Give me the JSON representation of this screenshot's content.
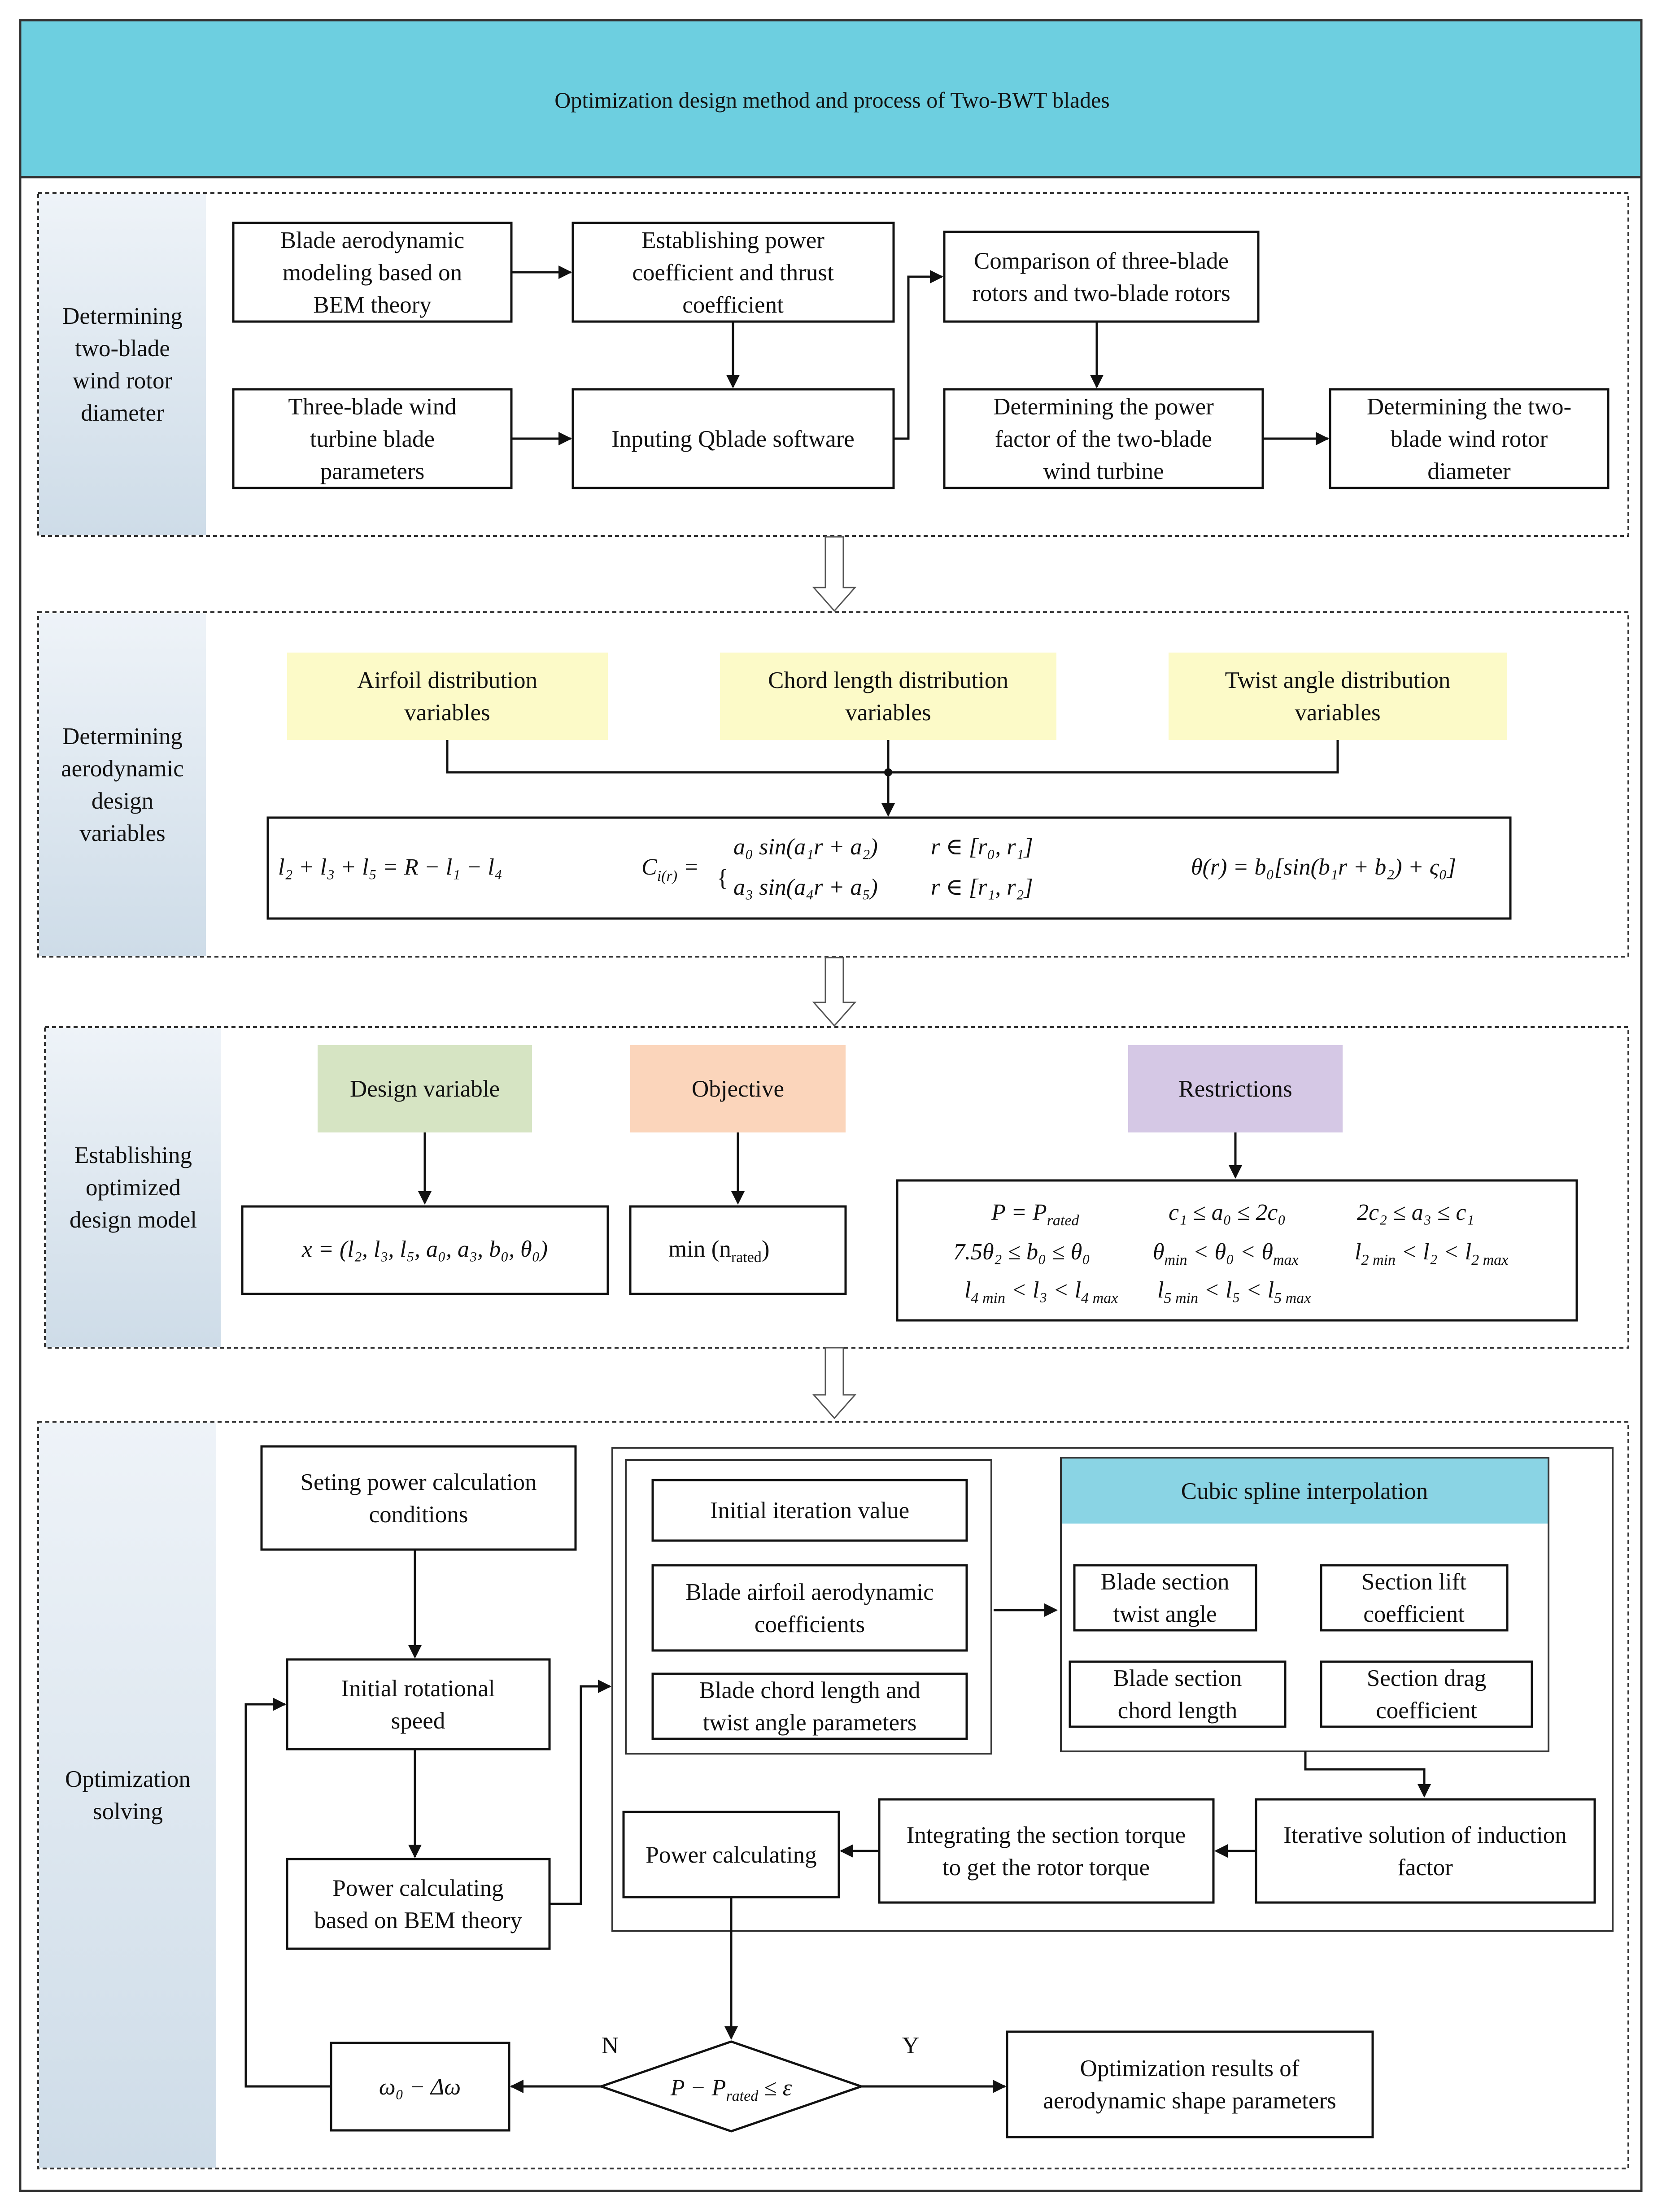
{
  "title": "Optimization design method and process of Two-BWT blades",
  "colors": {
    "header_bg": "#6DCFE0",
    "stage_label_bg_top": "#EEF3F8",
    "stage_label_bg_bottom": "#CEDCE8",
    "variable_box": "#FCFAC8",
    "design_variable_box": "#D6E4C3",
    "objective_box": "#FBD5BB",
    "restrictions_box": "#D5C8E5",
    "spline_header": "#8AD4E4"
  },
  "stages": {
    "s1": [
      "Determining",
      "two-blade",
      "wind rotor",
      "diameter"
    ],
    "s2": [
      "Determining",
      "aerodynamic",
      "design",
      "variables"
    ],
    "s3": [
      "Establishing",
      "optimized",
      "design model"
    ],
    "s4": [
      "Optimization",
      "solving"
    ]
  },
  "stage1": {
    "bem": [
      "Blade aerodynamic",
      "modeling based on",
      "BEM theory"
    ],
    "power_coef": [
      "Establishing power",
      "coefficient and thrust",
      "coefficient"
    ],
    "comparison": [
      "Comparison of three-blade",
      "rotors and two-blade rotors"
    ],
    "three_blade": [
      "Three-blade wind",
      "turbine blade",
      "parameters"
    ],
    "qblade": [
      "Inputing Qblade software"
    ],
    "power_factor": [
      "Determining the power",
      "factor of the two-blade",
      "wind turbine"
    ],
    "diameter": [
      "Determining the two-",
      "blade wind rotor",
      "diameter"
    ]
  },
  "stage2": {
    "airfoil": [
      "Airfoil distribution",
      "variables"
    ],
    "chord": [
      "Chord length distribution",
      "variables"
    ],
    "twist": [
      "Twist angle distribution",
      "variables"
    ],
    "eq_length": "l₂ + l₃ + l₅ = R − l₁ − l₄",
    "eq_chord_lhs": "C",
    "eq_chord_lhs_sub": "i(r)",
    "eq_chord_row1": "a₀ sin(a₁r + a₂)",
    "eq_chord_row1_range": "r ∈ [r₀, r₁]",
    "eq_chord_row2": "a₃ sin(a₄r + a₅)",
    "eq_chord_row2_range": "r ∈ [r₁, r₂]",
    "eq_twist": "θ(r) = b₀[sin(b₁r + b₂) + ς₀]"
  },
  "stage3": {
    "design_variable": "Design variable",
    "objective": "Objective",
    "restrictions": "Restrictions",
    "x_vector": "x = (l₂, l₃, l₅, a₀, a₃, b₀, θ₀)",
    "objective_expr": "min (n",
    "objective_sub": "rated",
    "objective_close": ")",
    "r1": {
      "p_eq": "P = P",
      "p_sub": "rated",
      "c_range": "c₁ ≤ a₀ ≤ 2c₀",
      "c2_range": "2c₂ ≤ a₃ ≤ c₁"
    },
    "r2": {
      "b_range": "7.5θ₂ ≤ b₀ ≤ θ₀",
      "theta_lo": "θ",
      "theta_lo_sub": "min",
      "theta_mid": " < θ₀ < θ",
      "theta_hi_sub": "max",
      "l2_lo": "l",
      "l2_lo_sub": "2 min",
      "l2_mid": " < l₂ < l",
      "l2_hi_sub": "2 max"
    },
    "r3": {
      "l4_lo": "l",
      "l4_lo_sub": "4 min",
      "l4_mid": " < l₃ < l",
      "l4_hi_sub": "4 max",
      "l5_lo": "l",
      "l5_lo_sub": "5 min",
      "l5_mid": " < l₅ < l",
      "l5_hi_sub": "5 max"
    }
  },
  "stage4": {
    "seting": [
      "Seting power calculation",
      "conditions"
    ],
    "initial_speed": [
      "Initial rotational",
      "speed"
    ],
    "power_bem": [
      "Power calculating",
      "based on BEM theory"
    ],
    "initial_iter": [
      "Initial iteration value"
    ],
    "airfoil_coef": [
      "Blade airfoil aerodynamic",
      "coefficients"
    ],
    "chord_twist": [
      "Blade chord length and",
      "twist angle parameters"
    ],
    "spline": "Cubic spline interpolation",
    "twist_angle": [
      "Blade section",
      "twist angle"
    ],
    "lift": [
      "Section lift",
      "coefficient"
    ],
    "chord_len": [
      "Blade section",
      "chord length"
    ],
    "drag": [
      "Section drag",
      "coefficient"
    ],
    "power_calc": [
      "Power calculating"
    ],
    "integrating": [
      "Integrating the section torque",
      "to get the rotor torque"
    ],
    "iterative": [
      "Iterative solution of induction",
      "factor"
    ],
    "omega": "ω₀ − Δω",
    "decision_lhs": "P − P",
    "decision_sub": "rated",
    "decision_rhs": " ≤ ε",
    "no_label": "N",
    "yes_label": "Y",
    "results": [
      "Optimization results of",
      "aerodynamic shape parameters"
    ]
  }
}
